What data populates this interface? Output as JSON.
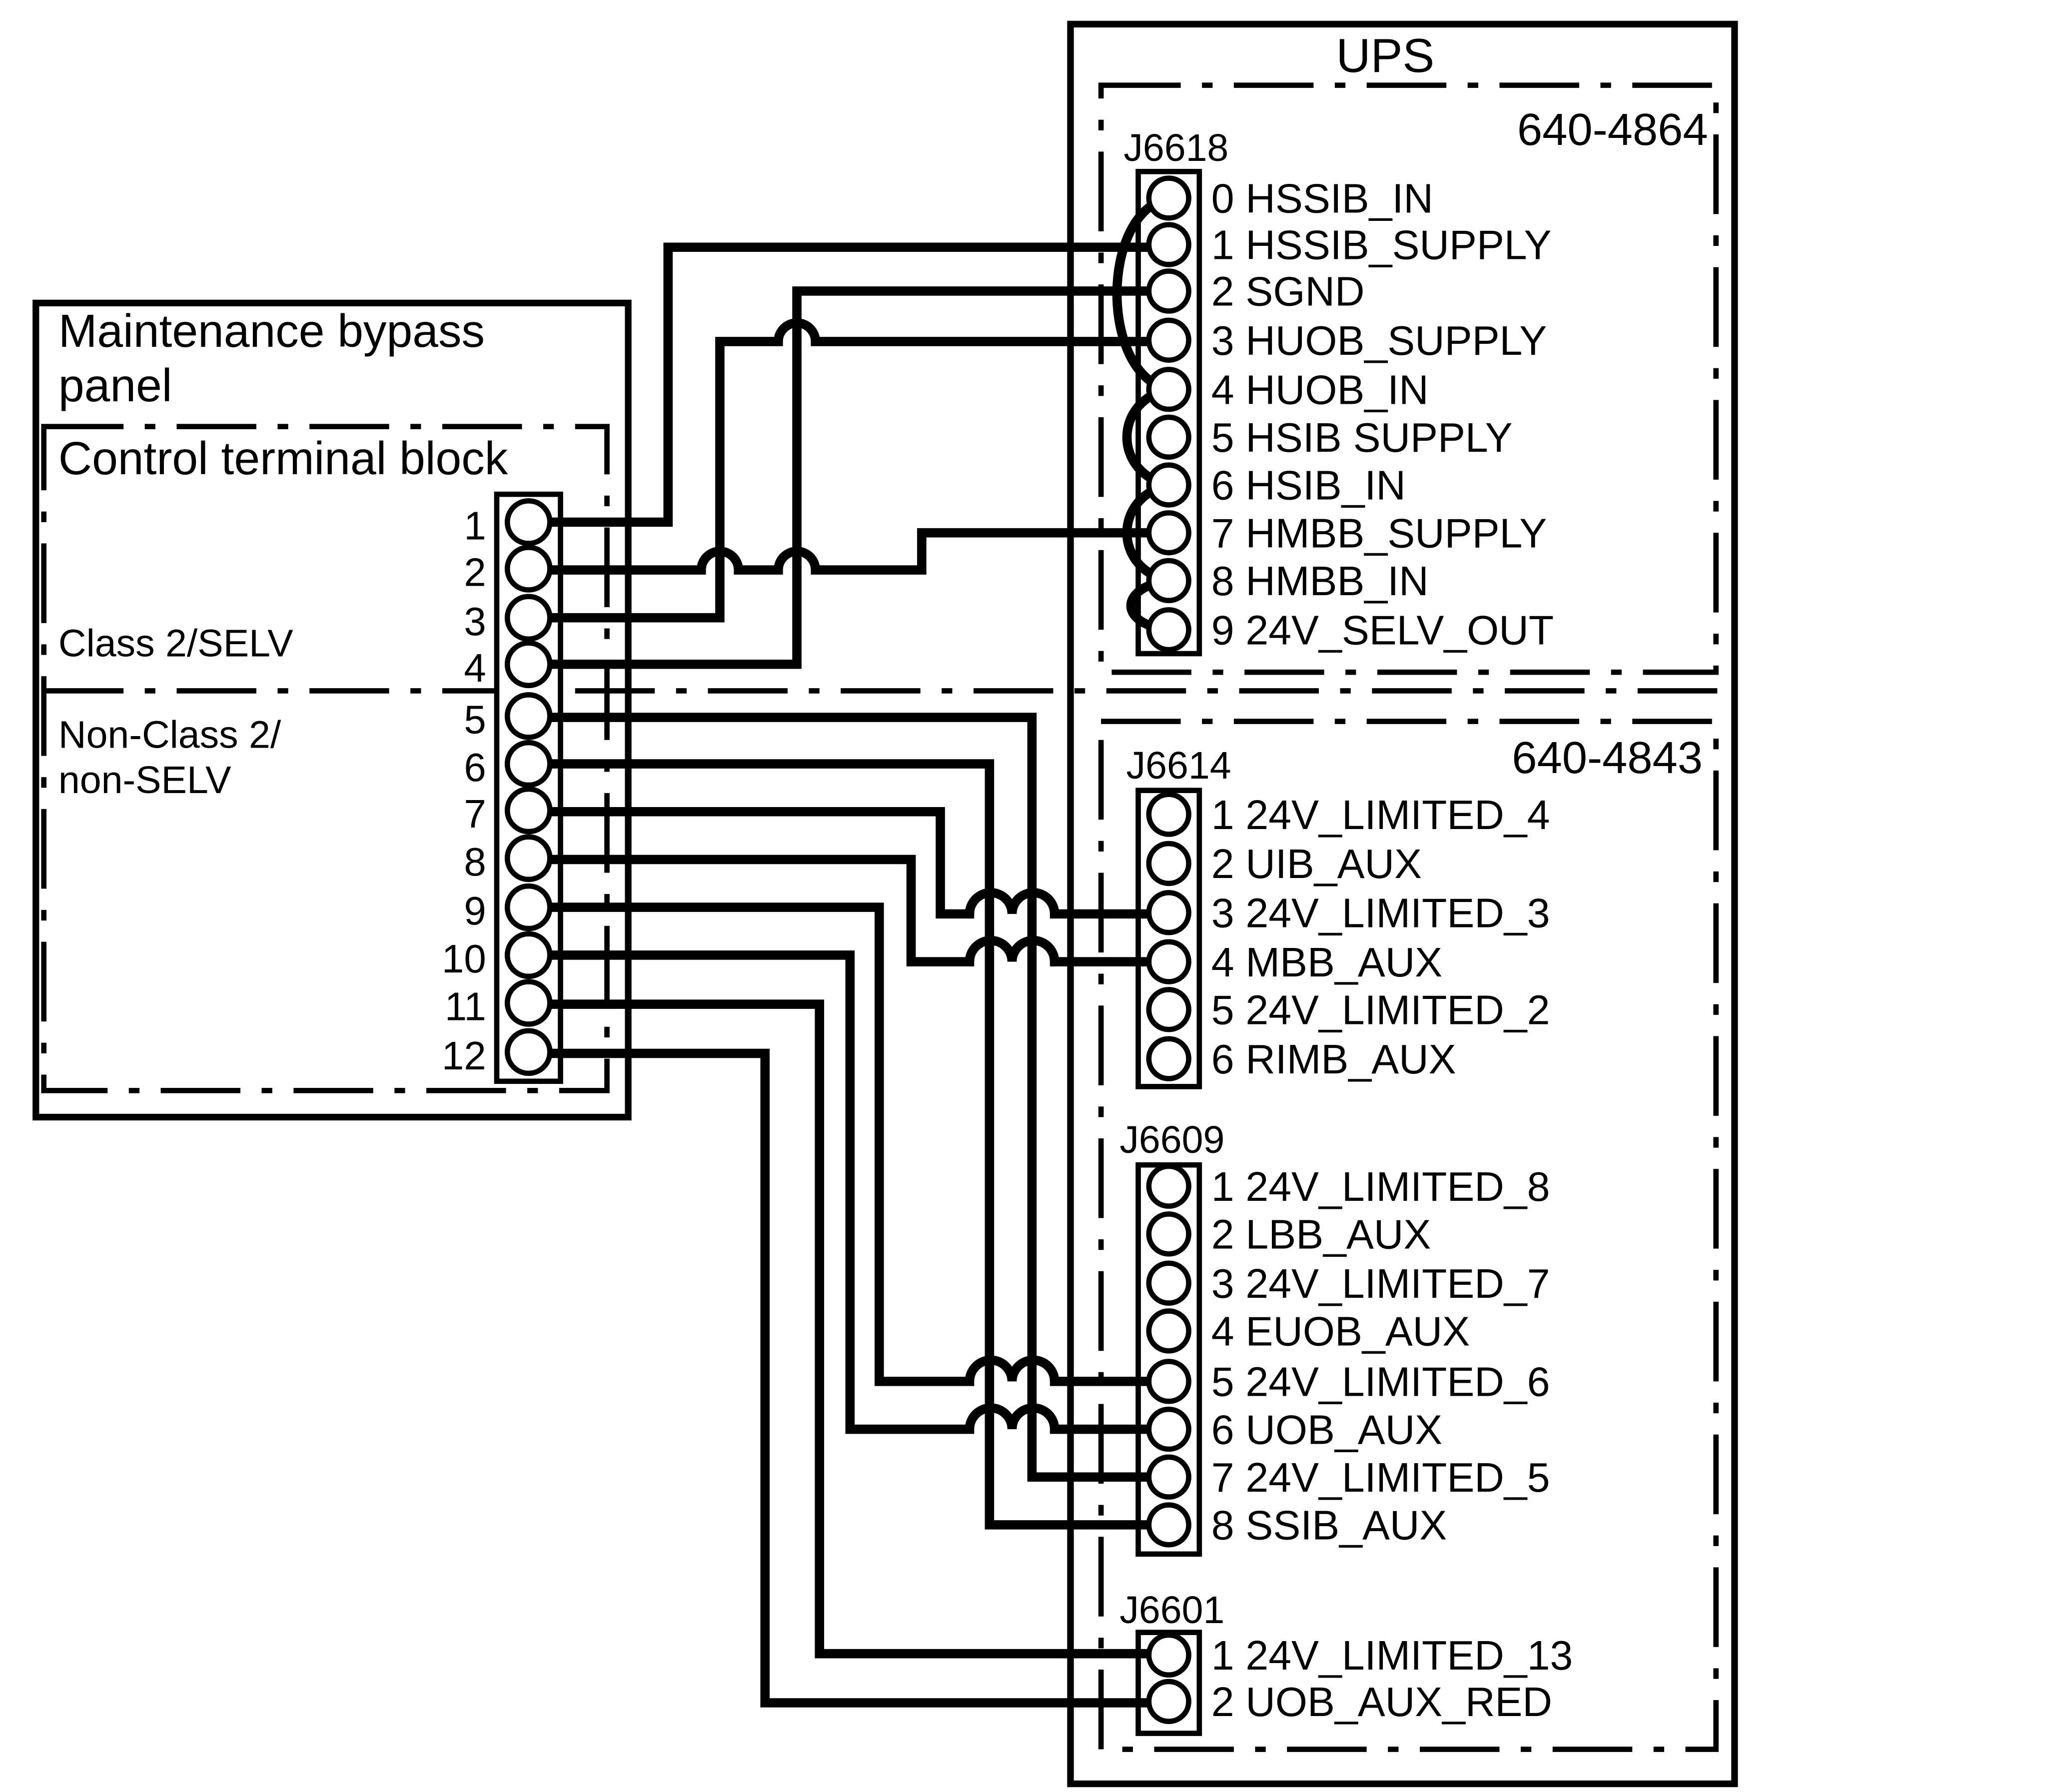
{
  "bypass_panel": {
    "title_line1": "Maintenance bypass",
    "title_line2": "panel",
    "block_title": "Control terminal block",
    "zone_class2": "Class 2/SELV",
    "zone_nonclass2_line1": "Non-Class 2/",
    "zone_nonclass2_line2": "non-SELV",
    "terminals": [
      "1",
      "2",
      "3",
      "4",
      "5",
      "6",
      "7",
      "8",
      "9",
      "10",
      "11",
      "12"
    ]
  },
  "ups": {
    "title": "UPS",
    "board_upper": {
      "part_number": "640-4864",
      "connector": "J6618",
      "pins": [
        "0 HSSIB_IN",
        "1 HSSIB_SUPPLY",
        "2 SGND",
        "3 HUOB_SUPPLY",
        "4 HUOB_IN",
        "5 HSIB SUPPLY",
        "6 HSIB_IN",
        "7 HMBB_SUPPLY",
        "8 HMBB_IN",
        "9 24V_SELV_OUT"
      ]
    },
    "board_lower": {
      "part_number": "640-4843",
      "connectors": [
        {
          "name": "J6614",
          "pins": [
            "1 24V_LIMITED_4",
            "2 UIB_AUX",
            "3 24V_LIMITED_3",
            "4 MBB_AUX",
            "5 24V_LIMITED_2",
            "6 RIMB_AUX"
          ]
        },
        {
          "name": "J6609",
          "pins": [
            "1 24V_LIMITED_8",
            "2 LBB_AUX",
            "3 24V_LIMITED_7",
            "4 EUOB_AUX",
            "5 24V_LIMITED_6",
            "6 UOB_AUX",
            "7 24V_LIMITED_5",
            "8 SSIB_AUX"
          ]
        },
        {
          "name": "J6601",
          "pins": [
            "1 24V_LIMITED_13",
            "2 UOB_AUX_RED"
          ]
        }
      ]
    }
  },
  "connections": [
    {
      "from": "1",
      "to": "J6618 1 HSSIB_SUPPLY"
    },
    {
      "from": "2",
      "to": "J6618 7 HMBB_SUPPLY"
    },
    {
      "from": "3",
      "to": "J6618 3 HUOB_SUPPLY"
    },
    {
      "from": "4",
      "to": "J6618 2 SGND"
    },
    {
      "from": "5",
      "to": "J6609 7 24V_LIMITED_5"
    },
    {
      "from": "6",
      "to": "J6609 8 SSIB_AUX"
    },
    {
      "from": "7",
      "to": "J6614 3 24V_LIMITED_3"
    },
    {
      "from": "8",
      "to": "J6614 4 MBB_AUX"
    },
    {
      "from": "9",
      "to": "J6609 5 24V_LIMITED_6"
    },
    {
      "from": "10",
      "to": "J6609 6 UOB_AUX"
    },
    {
      "from": "11",
      "to": "J6601 1 24V_LIMITED_13"
    },
    {
      "from": "12",
      "to": "J6601 2 UOB_AUX_RED"
    }
  ],
  "jumpers": [
    {
      "between": [
        "0 HSSIB_IN",
        "4 HUOB_IN"
      ]
    },
    {
      "between": [
        "4 HUOB_IN",
        "6 HSIB_IN"
      ]
    },
    {
      "between": [
        "6 HSIB_IN",
        "8 HMBB_IN"
      ]
    },
    {
      "between": [
        "8 HMBB_IN",
        "9 24V_SELV_OUT"
      ]
    }
  ]
}
